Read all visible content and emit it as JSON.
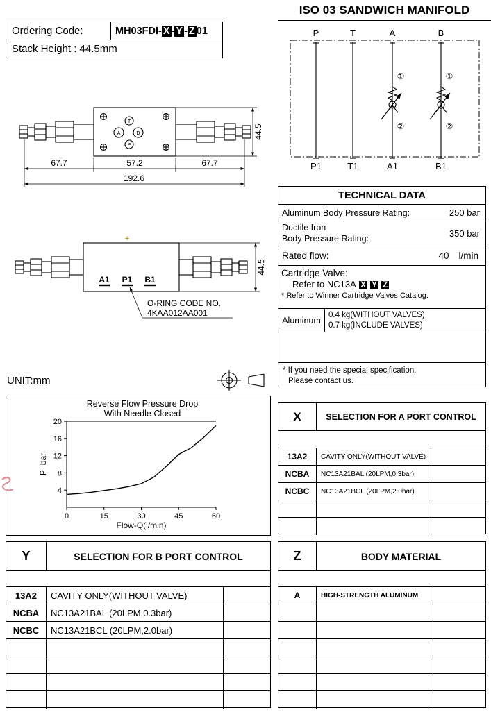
{
  "page": {
    "title": "ISO 03 SANDWICH MANIFOLD",
    "unit_label": "UNIT:mm"
  },
  "ordering": {
    "label": "Ordering Code:",
    "prefix": "MH03FDI-",
    "x": "X",
    "sep1": "-",
    "y": "Y",
    "sep2": "-",
    "z": "Z",
    "suffix": "01",
    "stack_height": "Stack Height : 44.5mm"
  },
  "schematic": {
    "top_ports": [
      "P",
      "T",
      "A",
      "B"
    ],
    "bottom_ports": [
      "P1",
      "T1",
      "A1",
      "B1"
    ],
    "marker1": "①",
    "marker2": "②"
  },
  "drawing_top": {
    "ports": {
      "t": "T",
      "a": "A",
      "b": "B",
      "p": "P"
    },
    "dim_left": "67.7",
    "dim_mid": "57.2",
    "dim_right": "67.7",
    "dim_total": "192.6",
    "dim_height": "44.5"
  },
  "drawing_front": {
    "ports": {
      "a1": "A1",
      "p1": "P1",
      "b1": "B1"
    },
    "dim_height": "44.5",
    "plus_mark": "+",
    "oring_label": "O-RING CODE NO.",
    "oring_code": "4KAA012AA001"
  },
  "technical_data": {
    "title": "TECHNICAL DATA",
    "alu_rating_label": "Aluminum Body Pressure Rating:",
    "alu_rating_value": "250 bar",
    "iron_rating_label1": "Ductile Iron",
    "iron_rating_label2": "Body Pressure Rating:",
    "iron_rating_value": "350 bar",
    "flow_label": "Rated flow:",
    "flow_value": "40",
    "flow_unit": "l/min",
    "cart": {
      "title": "Cartridge Valve:",
      "prefix": "Refer to NC13A-",
      "x": "X",
      "sep1": "-",
      "y": "Y",
      "sep2": "-",
      "z": "Z",
      "note": "* Refer to Winner Cartridge Valves Catalog."
    },
    "weight_material": "Aluminum",
    "weight_line1": "0.4 kg(WITHOUT VALVES)",
    "weight_line2": "0.7 kg(INCLUDE VALVES)",
    "footnote_line1": "* If you need the special specification.",
    "footnote_line2": "Please contact us."
  },
  "chart_data": {
    "type": "line",
    "title": "Reverse Flow Pressure Drop With Needle Closed",
    "title_lines": [
      "Reverse Flow Pressure Drop",
      "With Needle Closed"
    ],
    "xlabel": "Flow-Q(l/min)",
    "ylabel": "P=bar",
    "xlim": [
      0,
      60
    ],
    "ylim": [
      0,
      20
    ],
    "xticks": [
      0,
      15,
      30,
      45,
      60
    ],
    "yticks": [
      4,
      8,
      12,
      16,
      20
    ],
    "grid": false,
    "x": [
      0,
      5,
      10,
      15,
      20,
      25,
      30,
      35,
      40,
      45,
      50,
      55,
      60
    ],
    "y": [
      3.0,
      3.2,
      3.5,
      3.9,
      4.3,
      4.8,
      5.5,
      7.0,
      9.5,
      12.3,
      13.8,
      16.2,
      19.0
    ]
  },
  "table_x": {
    "key": "X",
    "title": "SELECTION FOR A PORT CONTROL",
    "rows": [
      {
        "code": "13A2",
        "desc": "CAVITY ONLY(WITHOUT VALVE)"
      },
      {
        "code": "NCBA",
        "desc": "NC13A21BAL (20LPM,0.3bar)"
      },
      {
        "code": "NCBC",
        "desc": "NC13A21BCL (20LPM,2.0bar)"
      }
    ]
  },
  "table_y": {
    "key": "Y",
    "title": "SELECTION FOR B PORT CONTROL",
    "rows": [
      {
        "code": "13A2",
        "desc": "CAVITY ONLY(WITHOUT VALVE)"
      },
      {
        "code": "NCBA",
        "desc": "NC13A21BAL (20LPM,0.3bar)"
      },
      {
        "code": "NCBC",
        "desc": "NC13A21BCL (20LPM,2.0bar)"
      }
    ]
  },
  "table_z": {
    "key": "Z",
    "title": "BODY MATERIAL",
    "rows": [
      {
        "code": "A",
        "desc": "HIGH-STRENGTH ALUMINUM"
      }
    ]
  }
}
